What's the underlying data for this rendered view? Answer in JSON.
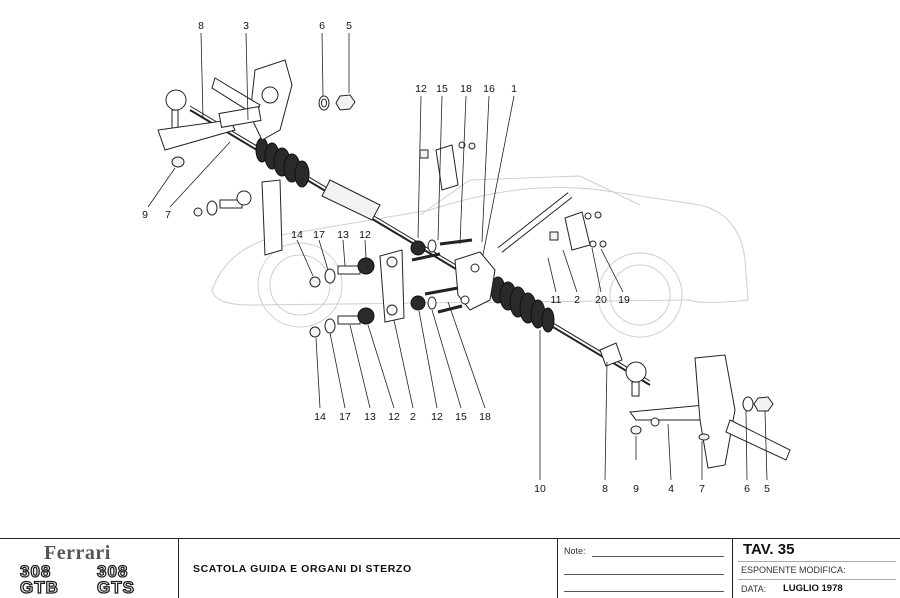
{
  "callouts": {
    "top_left": [
      "8",
      "3",
      "6",
      "5"
    ],
    "top_center": [
      "12",
      "15",
      "18",
      "16",
      "1"
    ],
    "left_mid": [
      "9",
      "7"
    ],
    "mid_row": [
      "14",
      "17",
      "13",
      "12"
    ],
    "right_mid": [
      "11",
      "2",
      "20",
      "19"
    ],
    "bottom_row": [
      "14",
      "17",
      "13",
      "12",
      "2",
      "12",
      "15",
      "18"
    ],
    "bottom_right": [
      "10",
      "8",
      "9",
      "4",
      "7",
      "6",
      "5"
    ]
  },
  "title_block": {
    "brand": "Ferrari",
    "models": [
      "308",
      "308",
      "GTB",
      "GTS"
    ],
    "title": "SCATOLA GUIDA E ORGANI DI STERZO",
    "notes_label": "Note:",
    "tav": "TAV. 35",
    "esponente_label": "ESPONENTE  MODIFICA:",
    "data_label": "DATA:",
    "data_value": "LUGLIO 1978"
  }
}
